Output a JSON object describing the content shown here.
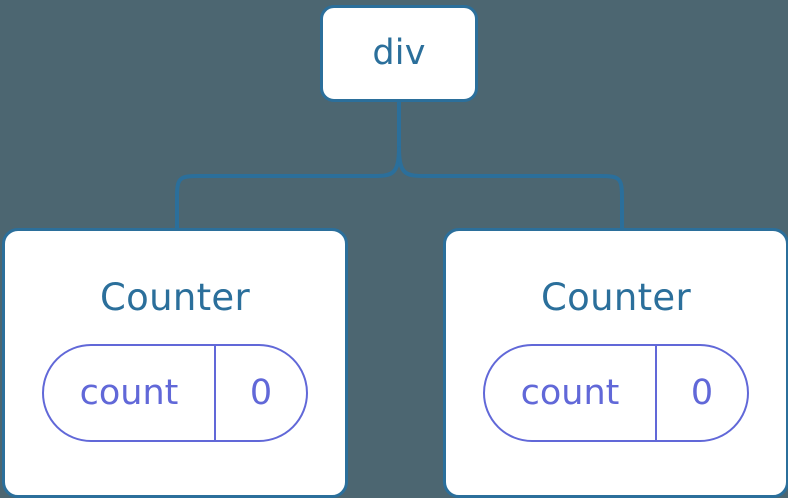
{
  "diagram": {
    "type": "component-tree",
    "background_color": "#4c6671",
    "node_border_color": "#2b6f9b",
    "node_fill_color": "#ffffff",
    "node_text_color": "#2b6f9b",
    "state_color": "#6168d8",
    "connector_color": "#2b6f9b",
    "root": {
      "label": "div"
    },
    "children": [
      {
        "label": "Counter",
        "state": {
          "key": "count",
          "value": "0"
        }
      },
      {
        "label": "Counter",
        "state": {
          "key": "count",
          "value": "0"
        }
      }
    ]
  }
}
